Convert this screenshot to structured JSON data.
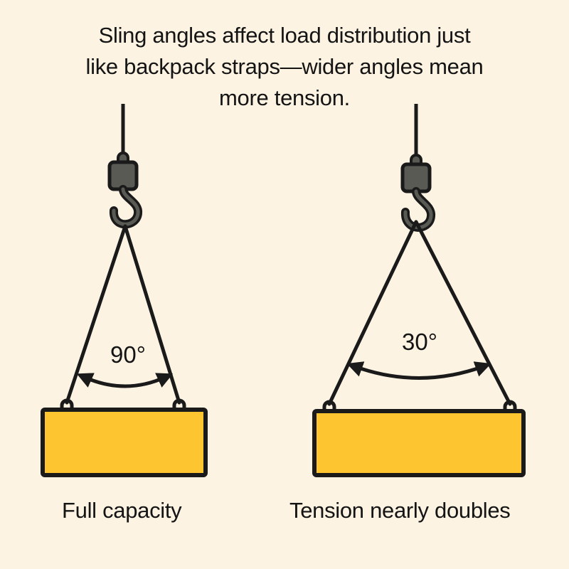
{
  "caption": {
    "lines": [
      "Sling angles affect load distribution just",
      "like backpack straps—wider angles mean",
      "more tension."
    ]
  },
  "diagrams": [
    {
      "id": "left",
      "angle_label": "90°",
      "caption": "Full capacity"
    },
    {
      "id": "right",
      "angle_label": "30°",
      "caption": "Tension nearly doubles"
    }
  ],
  "colors": {
    "background": "#FCF3E3",
    "load": "#FDC52F",
    "outline": "#1A1A1A",
    "hook": "#5A5A55"
  }
}
